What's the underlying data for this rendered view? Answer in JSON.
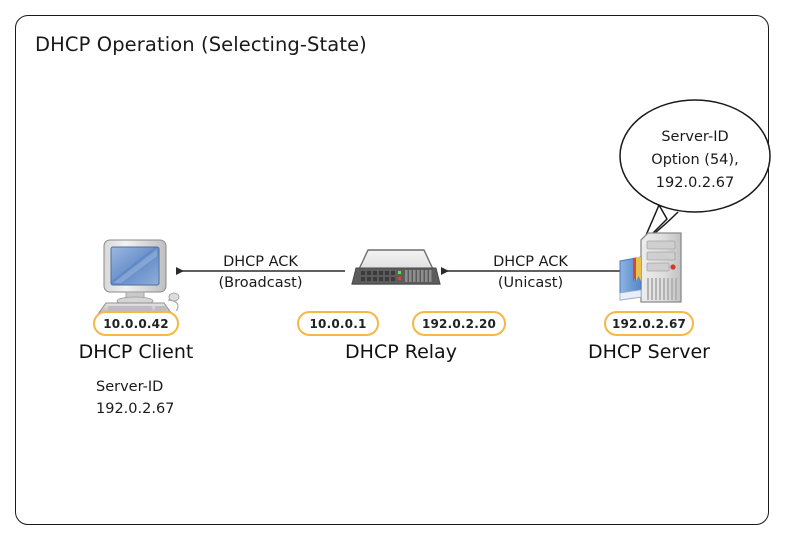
{
  "diagram": {
    "title": "DHCP Operation (Selecting-State)",
    "frame": {
      "border_color": "#1a1a1a"
    }
  },
  "callout": {
    "line1": "Server-ID",
    "line2": "Option (54),",
    "line3": "192.0.2.67"
  },
  "edges": [
    {
      "name": "client-arrow",
      "top": "DHCP ACK",
      "bottom": "(Broadcast)",
      "direction": "left"
    },
    {
      "name": "relay-arrow",
      "top": "DHCP ACK",
      "bottom": "(Unicast)",
      "direction": "left"
    }
  ],
  "nodes": [
    {
      "name": "dhcp-client",
      "label": "DHCP Client",
      "icon": "desktop-computer-icon"
    },
    {
      "name": "dhcp-relay",
      "label": "DHCP Relay",
      "icon": "network-switch-icon"
    },
    {
      "name": "dhcp-server",
      "label": "DHCP Server",
      "icon": "server-tower-icon"
    }
  ],
  "addresses": [
    {
      "name": "client-address",
      "value": "10.0.0.42"
    },
    {
      "name": "relay-address-lan",
      "value": "10.0.0.1"
    },
    {
      "name": "relay-address-wan",
      "value": "192.0.2.20"
    },
    {
      "name": "server-address",
      "value": "192.0.2.67"
    }
  ],
  "client_note": {
    "line1": "Server-ID",
    "line2": "192.0.2.67"
  },
  "colors": {
    "pill_border": "#f6b747",
    "text": "#1a1a1a",
    "arrow": "#2b2b2b"
  }
}
